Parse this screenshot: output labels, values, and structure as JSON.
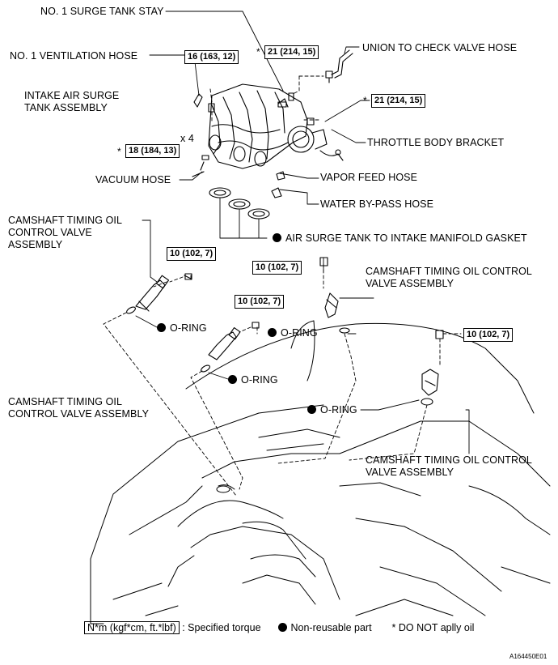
{
  "labels": {
    "surge_tank_stay": "NO. 1 SURGE TANK STAY",
    "ventilation_hose": "NO. 1 VENTILATION HOSE",
    "union_check_valve": "UNION TO CHECK VALVE HOSE",
    "intake_surge_l1": "INTAKE AIR SURGE",
    "intake_surge_l2": "TANK ASSEMBLY",
    "throttle_bracket": "THROTTLE BODY BRACKET",
    "vacuum_hose": "VACUUM HOSE",
    "vapor_feed_hose": "VAPOR FEED HOSE",
    "water_bypass_hose": "WATER BY-PASS HOSE",
    "gasket": "AIR SURGE TANK TO INTAKE MANIFOLD GASKET",
    "camshaft_a_l1": "CAMSHAFT TIMING OIL",
    "camshaft_a_l2": "CONTROL VALVE",
    "camshaft_a_l3": "ASSEMBLY",
    "camshaft_b_l1": "CAMSHAFT TIMING OIL CONTROL",
    "camshaft_b_l2": "VALVE ASSEMBLY",
    "camshaft_c_l1": "CAMSHAFT TIMING OIL",
    "camshaft_c_l2": "CONTROL VALVE ASSEMBLY",
    "camshaft_d_l1": "CAMSHAFT TIMING OIL CONTROL",
    "camshaft_d_l2": "VALVE ASSEMBLY",
    "oring": "O-RING",
    "times4": "x 4",
    "star": "*"
  },
  "torques": {
    "t16": "16 (163, 12)",
    "t21": "21 (214, 15)",
    "t18": "18 (184, 13)",
    "t10": "10 (102, 7)"
  },
  "legend": {
    "torque_unit": "N*m (kgf*cm, ft.*lbf)",
    "torque_text": ": Specified torque",
    "nonreusable": "Non-reusable part",
    "no_oil": "* DO NOT aplly oil"
  },
  "figure_code": "A164450E01"
}
